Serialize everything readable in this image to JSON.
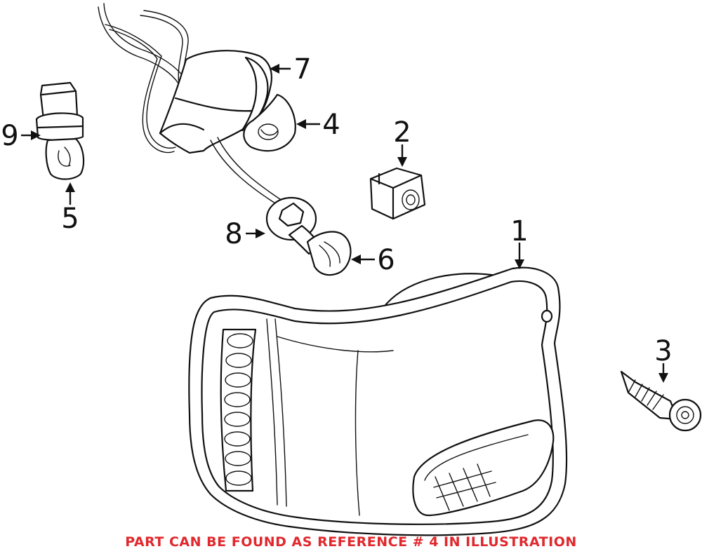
{
  "diagram": {
    "callouts": [
      {
        "id": "1",
        "label": "1"
      },
      {
        "id": "2",
        "label": "2"
      },
      {
        "id": "3",
        "label": "3"
      },
      {
        "id": "4",
        "label": "4"
      },
      {
        "id": "5",
        "label": "5"
      },
      {
        "id": "6",
        "label": "6"
      },
      {
        "id": "7",
        "label": "7"
      },
      {
        "id": "8",
        "label": "8"
      },
      {
        "id": "9",
        "label": "9"
      }
    ],
    "note": "PART CAN BE FOUND AS REFERENCE # 4 IN ILLUSTRATION",
    "colors": {
      "note": "#e0282d",
      "ink": "#111111"
    }
  }
}
